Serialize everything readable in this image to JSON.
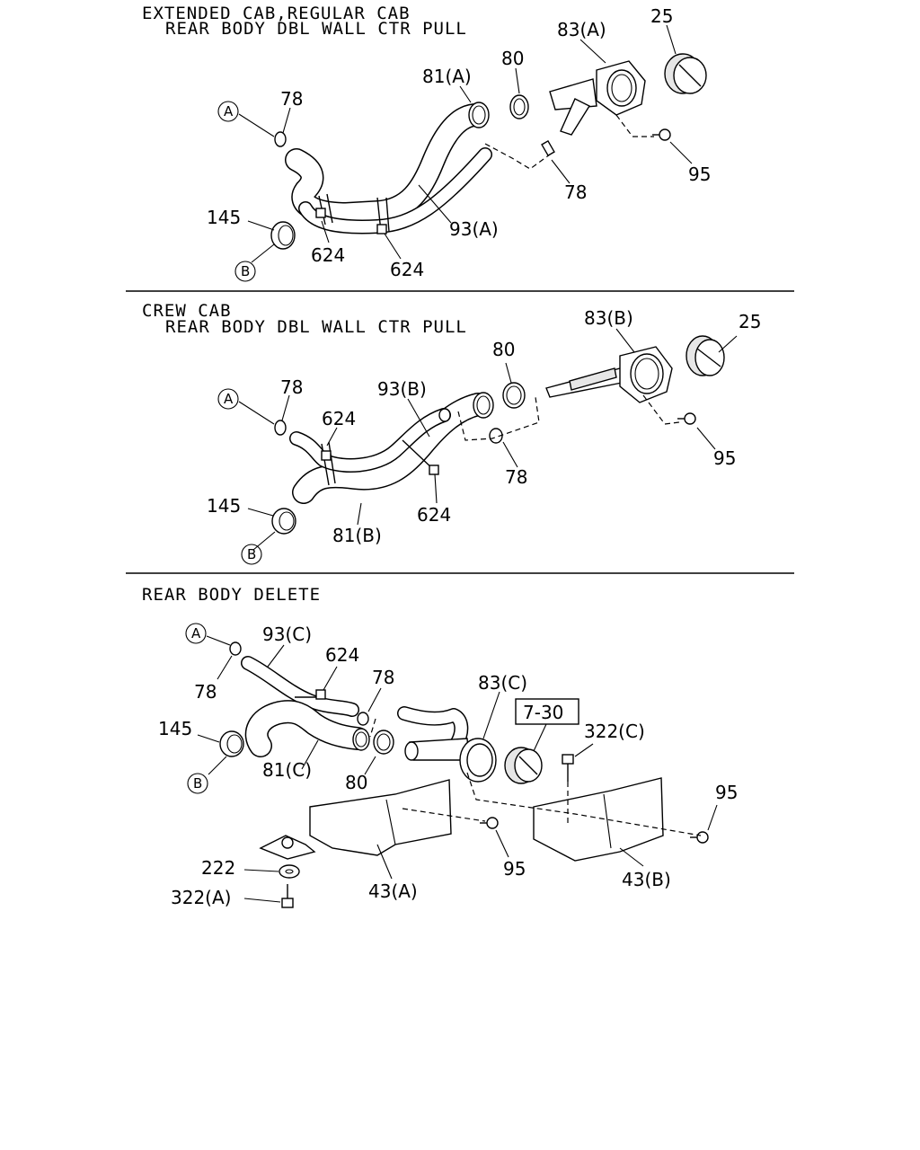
{
  "sections": [
    {
      "heading_1": "EXTENDED CAB,REGULAR CAB",
      "heading_2": "REAR BODY DBL WALL CTR PULL",
      "labels": {
        "c25": "25",
        "c83": "83(A)",
        "c80": "80",
        "c81": "81(A)",
        "c78a": "78",
        "c78b": "78",
        "c95": "95",
        "c93": "93(A)",
        "c145": "145",
        "c624a": "624",
        "c624b": "624",
        "circA": "A",
        "circB": "B"
      }
    },
    {
      "heading_1": "CREW CAB",
      "heading_2": "REAR BODY DBL WALL CTR PULL",
      "labels": {
        "c83": "83(B)",
        "c25": "25",
        "c80": "80",
        "c93": "93(B)",
        "c78a": "78",
        "c624a": "624",
        "c95": "95",
        "c78b": "78",
        "c145": "145",
        "c624b": "624",
        "c81": "81(B)",
        "circA": "A",
        "circB": "B"
      }
    },
    {
      "heading_1": "REAR BODY DELETE",
      "labels": {
        "c93": "93(C)",
        "c624": "624",
        "c78a": "78",
        "c78b": "78",
        "c83": "83(C)",
        "ref": "7-30",
        "c322c": "322(C)",
        "c145": "145",
        "c81": "81(C)",
        "c80": "80",
        "c95a": "95",
        "c95b": "95",
        "c222": "222",
        "c322a": "322(A)",
        "c43a": "43(A)",
        "c43b": "43(B)",
        "circA": "A",
        "circB": "B"
      }
    }
  ]
}
